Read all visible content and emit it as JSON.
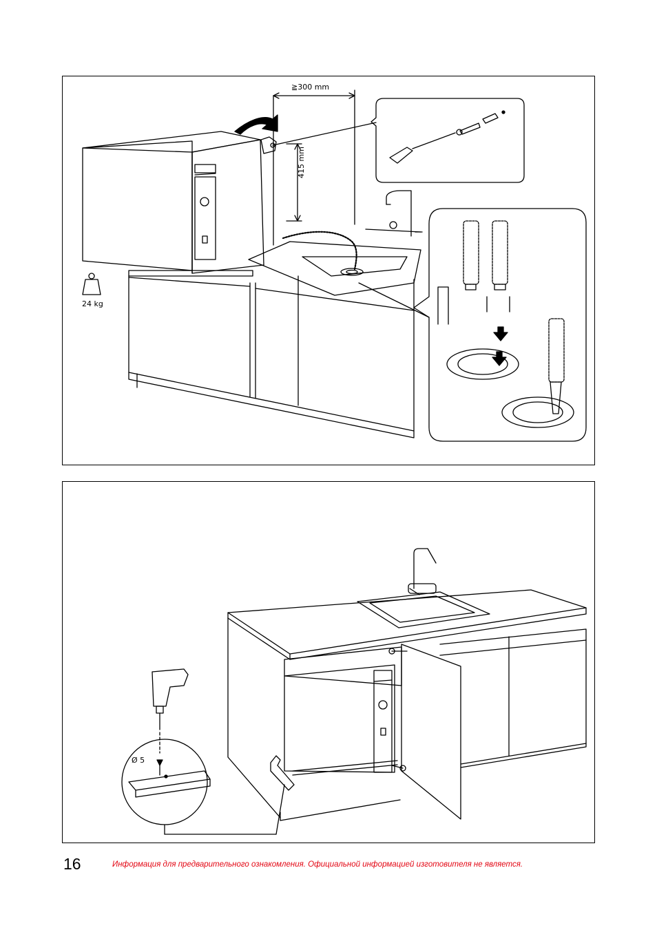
{
  "page": {
    "number": "16",
    "disclaimer": "Информация для предварительного ознакомления. Официальной информацией изготовителя не является.",
    "disclaimer_color": "#e30613"
  },
  "figure_top": {
    "clearance_label": "≧300 mm",
    "height_label": "415 mm",
    "weight_label": "24 kg",
    "icons": [
      "weight-icon",
      "screwdriver-icon",
      "screw-icon",
      "wall-plug-icon",
      "faucet-icon",
      "drain-hose-icon",
      "sink-drain-icon",
      "arrow-down-icon"
    ]
  },
  "figure_bottom": {
    "drill_label": "Ø 5",
    "icons": [
      "drill-icon",
      "screw-icon",
      "faucet-icon",
      "sink-icon",
      "cabinet-door-icon"
    ]
  }
}
